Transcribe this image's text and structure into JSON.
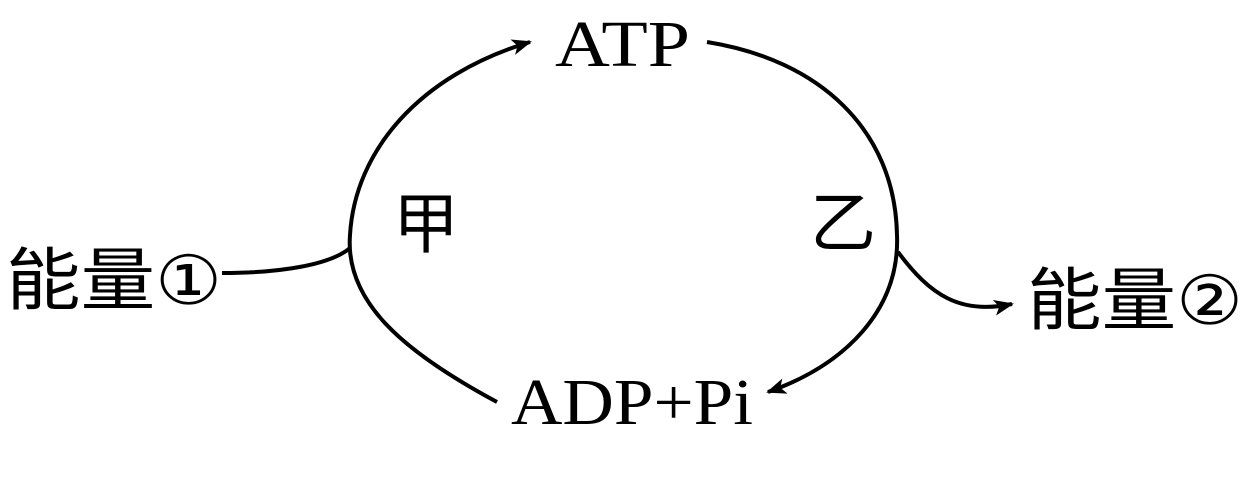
{
  "diagram": {
    "type": "ATP-ADP cycle",
    "nodes": {
      "top": "ATP",
      "bottom": "ADP+Pi"
    },
    "reactions": {
      "left": "甲",
      "right": "乙"
    },
    "energy": {
      "input": "能量①",
      "output": "能量②"
    },
    "edges": [
      {
        "from": "ADP+Pi",
        "to": "ATP",
        "via": "甲",
        "energy": "能量① (input)"
      },
      {
        "from": "ATP",
        "to": "ADP+Pi",
        "via": "乙",
        "energy": "能量② (output)"
      }
    ],
    "colors": {
      "stroke": "#000000",
      "background": "#ffffff"
    }
  }
}
